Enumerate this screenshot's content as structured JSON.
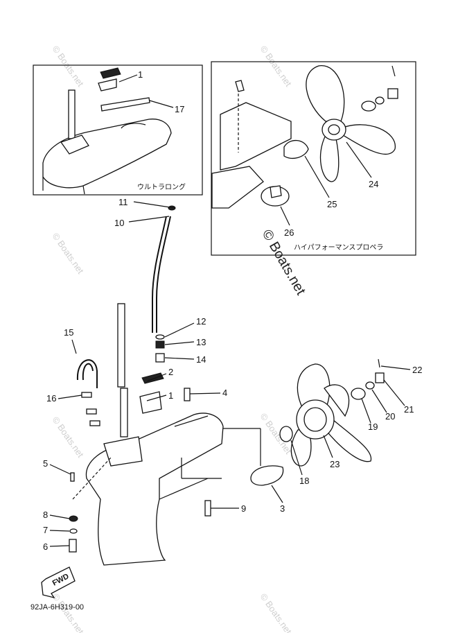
{
  "diagram_code": "92JA-6H319-00",
  "fwd_label": "FWD",
  "watermark": "© Boats.net",
  "insets": {
    "ultra_long": {
      "label": "ウルトラロング",
      "callouts": [
        "1",
        "17"
      ]
    },
    "high_performance_propeller": {
      "label": "ハイパフォーマンスプロペラ",
      "callouts": [
        "24",
        "25",
        "26"
      ]
    }
  },
  "callouts": {
    "c1": "1",
    "c1b": "1",
    "c2": "2",
    "c3": "3",
    "c4": "4",
    "c5": "5",
    "c6": "6",
    "c7": "7",
    "c8": "8",
    "c9": "9",
    "c10": "10",
    "c11": "11",
    "c12": "12",
    "c13": "13",
    "c14": "14",
    "c15": "15",
    "c16": "16",
    "c17": "17",
    "c18": "18",
    "c19": "19",
    "c20": "20",
    "c21": "21",
    "c22": "22",
    "c23": "23",
    "c24": "24",
    "c25": "25",
    "c26": "26"
  }
}
